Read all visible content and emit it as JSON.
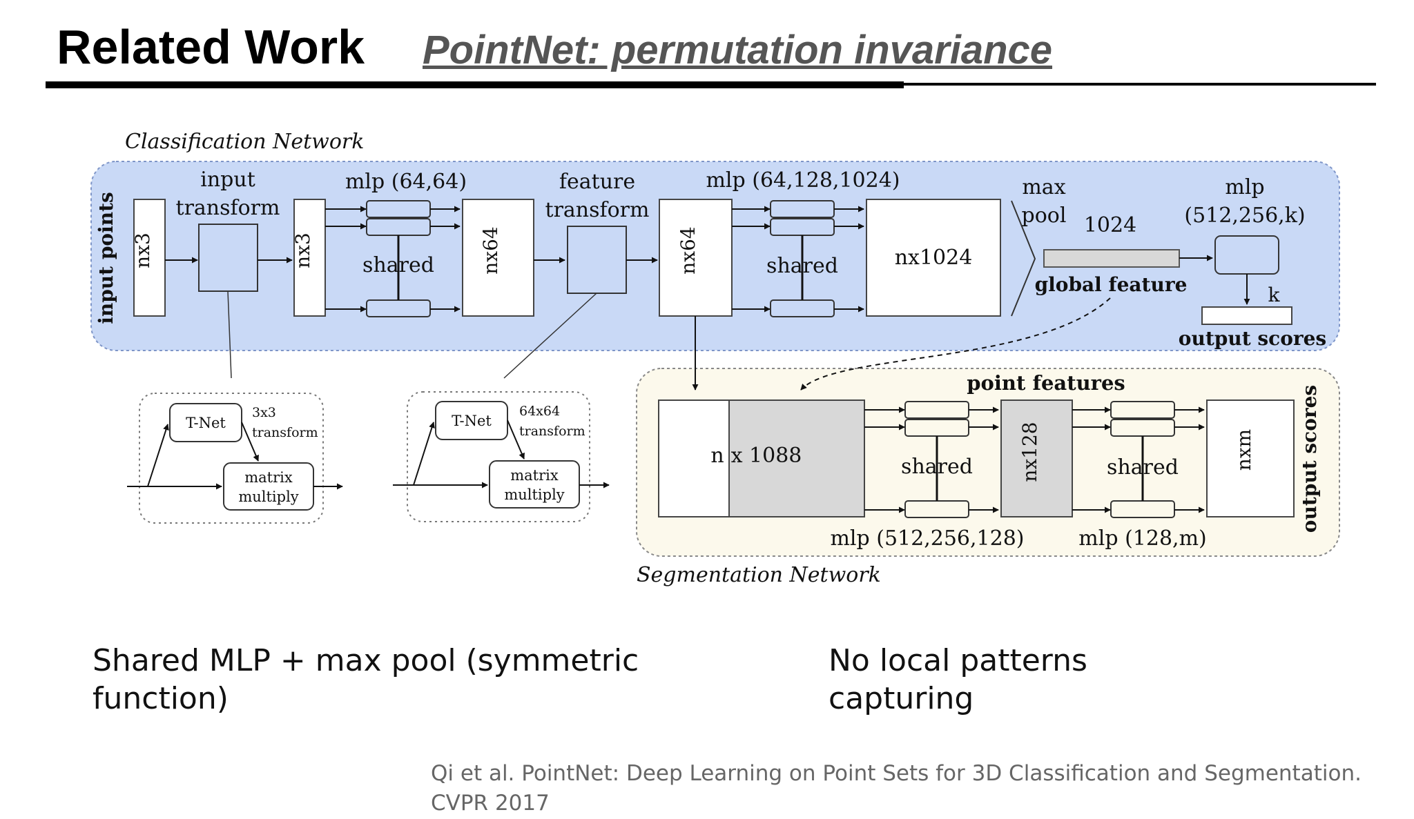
{
  "slide": {
    "title": "Related Work",
    "subtitle": "PointNet: permutation invariance",
    "note_left": "Shared MLP + max pool (symmetric function)",
    "note_right": "No local patterns capturing",
    "citation": "Qi et al. PointNet: Deep Learning on Point Sets for 3D Classification and Segmentation. CVPR 2017"
  },
  "diagram": {
    "classification_label": "Classification Network",
    "segmentation_label": "Segmentation Network",
    "input_points": "input points",
    "nx3_a": "nx3",
    "input_transform_1": "input",
    "input_transform_2": "transform",
    "nx3_b": "nx3",
    "mlp1": "mlp (64,64)",
    "shared_1": "shared",
    "nx64_a": "nx64",
    "feature_transform_1": "feature",
    "feature_transform_2": "transform",
    "nx64_b": "nx64",
    "mlp2": "mlp (64,128,1024)",
    "shared_2": "shared",
    "nx1024": "nx1024",
    "max_pool_1": "max",
    "max_pool_2": "pool",
    "dim_1024": "1024",
    "global_feature": "global feature",
    "mlp3_1": "mlp",
    "mlp3_2": "(512,256,k)",
    "k": "k",
    "output_scores_cls": "output scores",
    "tnet_1": "T-Net",
    "transform_3x3_1": "3x3",
    "transform_3x3_2": "transform",
    "matrix_multiply_1a": "matrix",
    "matrix_multiply_1b": "multiply",
    "tnet_2": "T-Net",
    "transform_64_1": "64x64",
    "transform_64_2": "transform",
    "matrix_multiply_2a": "matrix",
    "matrix_multiply_2b": "multiply",
    "point_features": "point features",
    "n": "n",
    "x1088": "x 1088",
    "shared_3": "shared",
    "nx128": "nx128",
    "shared_4": "shared",
    "nxm": "nxm",
    "output_scores_seg": "output scores",
    "mlp4": "mlp (512,256,128)",
    "mlp5": "mlp (128,m)"
  },
  "colors": {
    "classification_bg": "#c9d9f6",
    "segmentation_bg": "#fcf9ec",
    "gray_block": "#d8d8d8"
  }
}
